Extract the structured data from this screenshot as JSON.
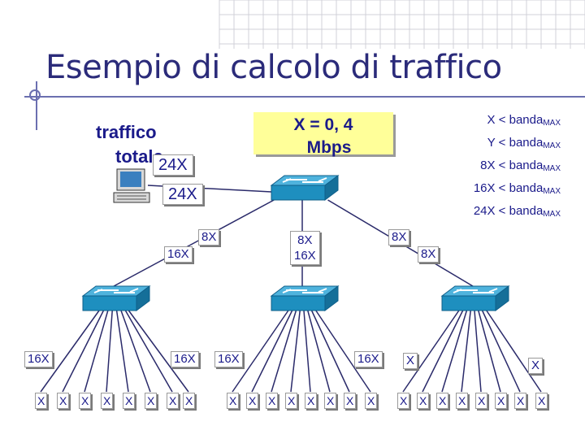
{
  "title": "Esempio di calcolo di traffico",
  "traffic_label": {
    "line1": "traffico",
    "line2": "totale"
  },
  "assumption": {
    "line1": "X = 0, 4",
    "line2": "Mbps"
  },
  "constraints": [
    {
      "left": "X < banda",
      "sub": "MAX"
    },
    {
      "left": "Y < banda",
      "sub": "MAX"
    },
    {
      "left": "8X < banda",
      "sub": "MAX"
    },
    {
      "left": "16X < banda",
      "sub": "MAX"
    },
    {
      "left": "24X < banda",
      "sub": "MAX"
    }
  ],
  "labels": {
    "total_top": "24X",
    "total_mid": "24X",
    "left_uplink_up": "8X",
    "left_uplink_down": "16X",
    "center_uplink": "8X\n16X",
    "right_uplink_up": "8X",
    "right_uplink_down": "8X",
    "left_group_left": "16X",
    "left_group_right": "16X",
    "center_group_left": "16X",
    "center_group_right": "16X",
    "right_group_left": "X",
    "right_group_right": "X"
  },
  "host_label": "X",
  "colors": {
    "title": "#2b2b7a",
    "text": "#1a1a8a",
    "switch": "#1e8fbf",
    "note": "#ffff99"
  }
}
